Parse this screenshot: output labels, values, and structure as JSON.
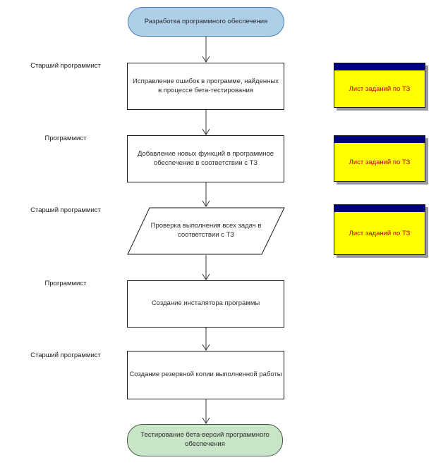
{
  "diagram": {
    "title": "Software development flowchart",
    "start": {
      "label": "Разработка программного обеспечения"
    },
    "end": {
      "label": "Тестирование бета-версий программного обеспечения"
    },
    "steps": [
      {
        "role": "Старший программист",
        "shape": "rect",
        "label": "Исправление ошибок в программе, найденных в процессе бета-тестирования"
      },
      {
        "role": "Программист",
        "shape": "rect",
        "label": "Добавление новых функций в программное обеспечение в соответствии с ТЗ"
      },
      {
        "role": "Старший программист",
        "shape": "parallelogram",
        "label": "Проверка выполнения всех задач в соответствии с ТЗ"
      },
      {
        "role": "Программист",
        "shape": "rect",
        "label": "Создание инсталятора программы"
      },
      {
        "role": "Старший программист",
        "shape": "rect",
        "label": "Создание резервной копии выполненной работы"
      }
    ],
    "notes": [
      {
        "label": "Лист заданий по ТЗ"
      },
      {
        "label": "Лист заданий по ТЗ"
      },
      {
        "label": "Лист заданий по ТЗ"
      }
    ],
    "colors": {
      "start_fill": "#aecfe8",
      "start_border": "#4b7fba",
      "end_fill": "#c9e5c7",
      "end_border": "#445544",
      "note_fill": "#ffff00",
      "note_bar": "#000080",
      "note_text": "#c00000",
      "note_shadow": "#9a9a9a",
      "connector": "#3a3a3a"
    }
  }
}
